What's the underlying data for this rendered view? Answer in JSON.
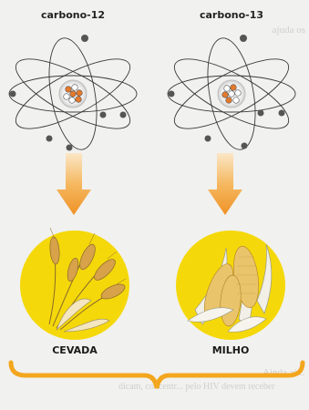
{
  "isotopes": [
    {
      "label": "carbono-12"
    },
    {
      "label": "carbono-13"
    }
  ],
  "crops": [
    {
      "label": "CEVADA"
    },
    {
      "label": "MILHO"
    }
  ],
  "background_text": {
    "top_right": "ajuda os",
    "bottom_mid": "dicam, concentr...  pelo HIV devem receber",
    "bottom_right": "Ainda ai..."
  },
  "colors": {
    "arrow": "#f2a233",
    "arrow_dark": "#e68c1a",
    "circle": "#f5d80a",
    "brace": "#f3a61e",
    "orbit": "#3a3a3a",
    "nucleus_ring": "#e07a2a"
  }
}
